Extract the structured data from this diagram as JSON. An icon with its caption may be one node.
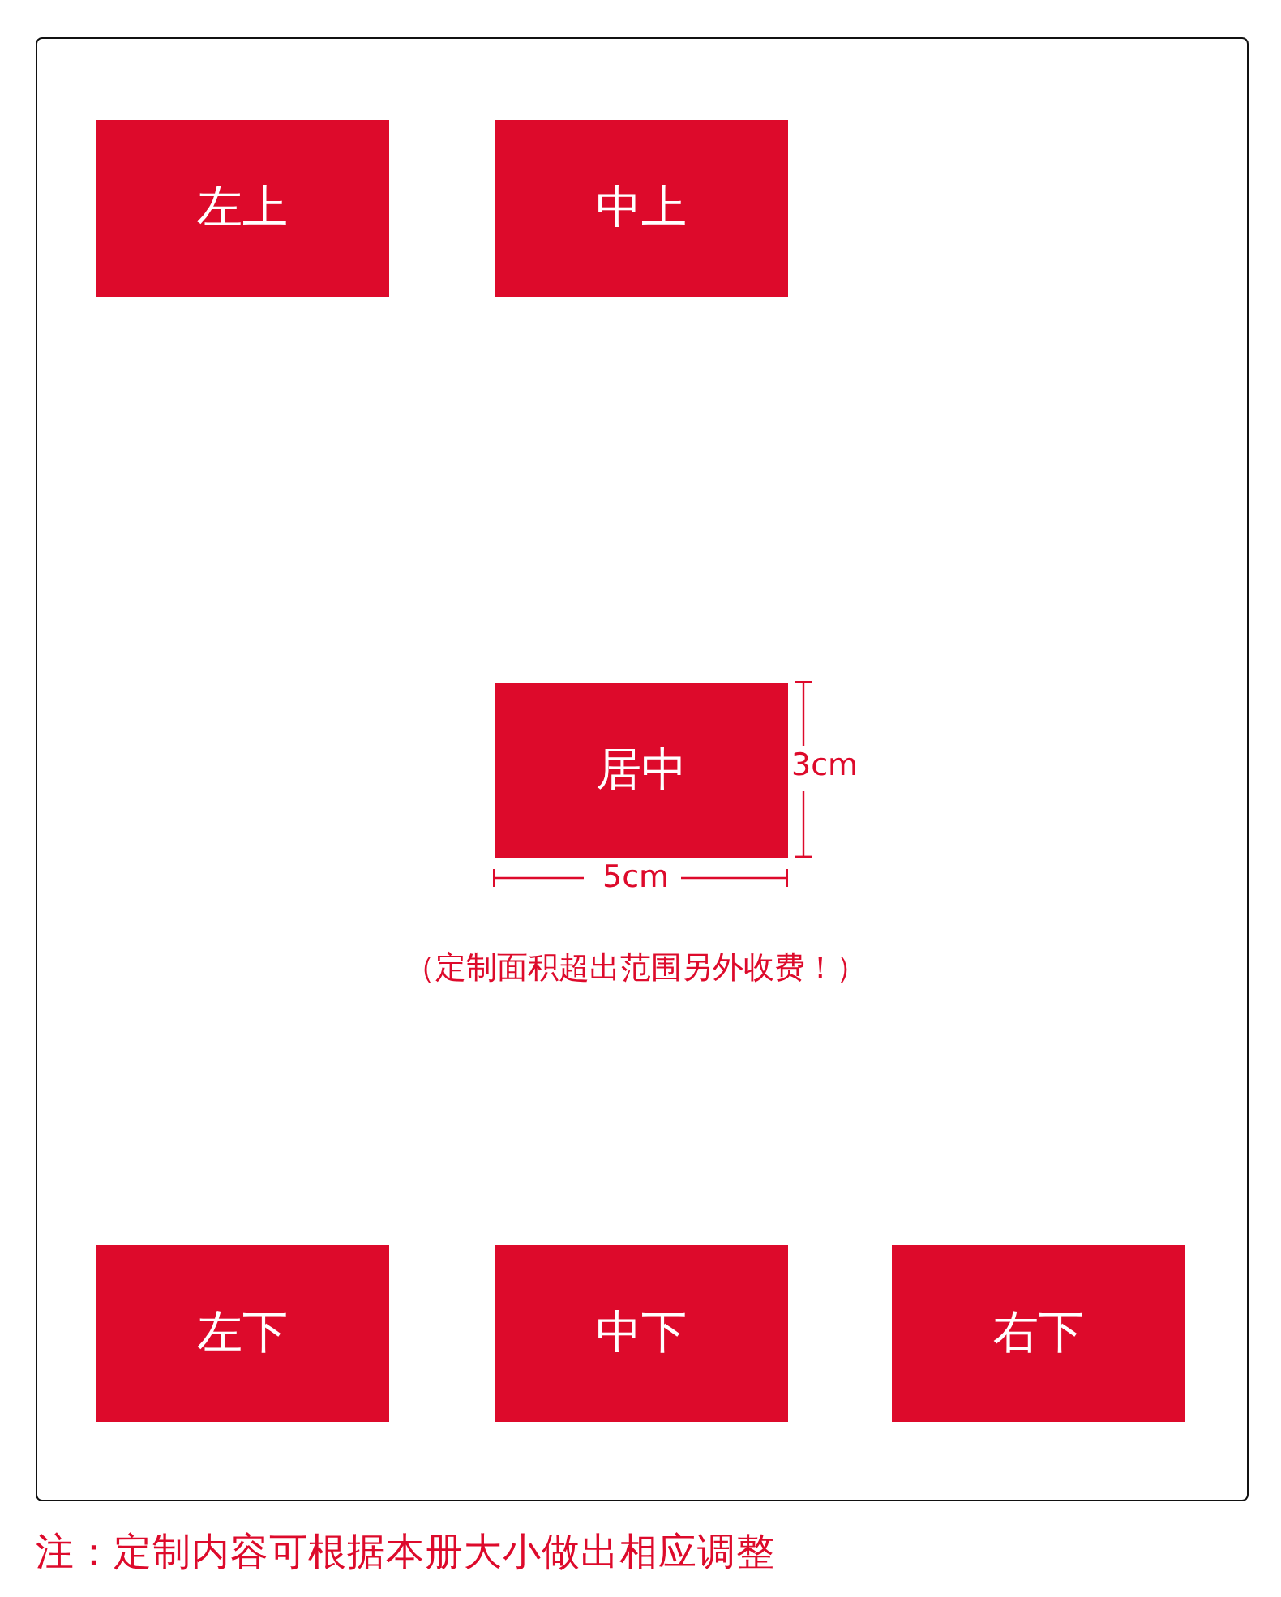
{
  "diagram": {
    "nodes": [
      {
        "text": [],
        "shape": "box"
      },
      {
        "text": [
          "左上"
        ],
        "in": 0
      },
      {
        "text": [
          "中上"
        ],
        "in": 0
      },
      {
        "text": [
          "居中"
        ],
        "in": 0
      },
      {
        "text": [
          "左下"
        ],
        "in": 0
      },
      {
        "text": [
          "中下"
        ],
        "in": 0
      },
      {
        "text": [
          "右下"
        ],
        "in": 0
      }
    ],
    "labels": [
      "3cm",
      "5cm",
      "（定制面积超出范围另外收费！）",
      "注：定制内容可根据本册大小做出相应调整"
    ]
  }
}
